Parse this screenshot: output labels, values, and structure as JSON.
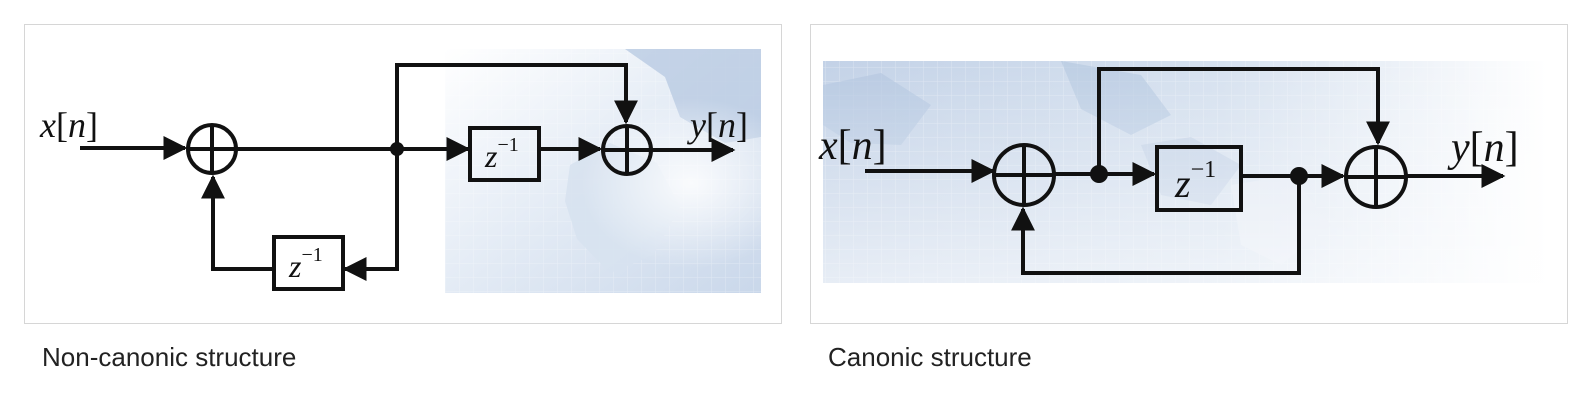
{
  "diagrams": [
    {
      "caption": "Non-canonic structure",
      "input_signal": {
        "var": "x",
        "index": "n"
      },
      "output_signal": {
        "var": "y",
        "index": "n"
      },
      "delay_blocks": [
        {
          "base": "z",
          "exponent": "−1"
        },
        {
          "base": "z",
          "exponent": "−1"
        }
      ]
    },
    {
      "caption": "Canonic structure",
      "input_signal": {
        "var": "x",
        "index": "n"
      },
      "output_signal": {
        "var": "y",
        "index": "n"
      },
      "delay_blocks": [
        {
          "base": "z",
          "exponent": "−1"
        }
      ]
    }
  ],
  "colors": {
    "line": "#111111",
    "map_background": "#c5d4e8",
    "panel_border": "#d6d6d6",
    "caption_text": "#222222"
  }
}
